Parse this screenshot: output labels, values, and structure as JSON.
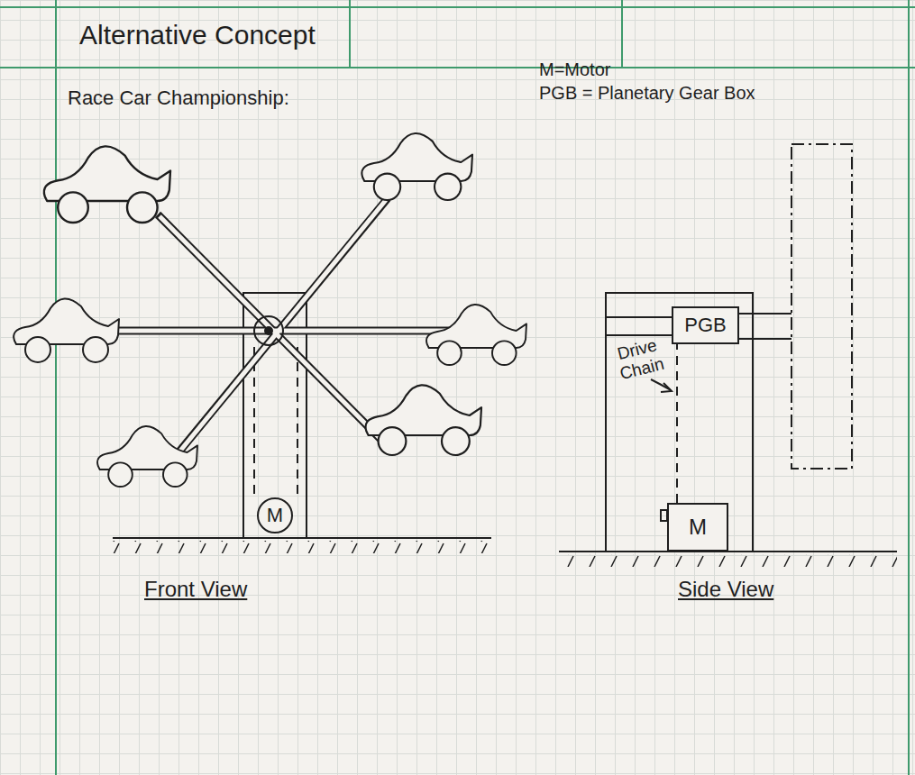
{
  "diagram": {
    "title": "Alternative Concept",
    "nodes": [
      {
        "text": [
          "M"
        ]
      },
      {
        "text": [
          "PGB"
        ]
      },
      {
        "text": [
          "M"
        ]
      }
    ],
    "edges": [
      {
        "from": 2,
        "to": 1,
        "arrow": "none"
      }
    ],
    "labels": [
      "Race Car Championship:",
      "M=Motor",
      "PGB = Planetary Gear Box",
      "Drive Chain",
      "Front View",
      "Side View"
    ]
  }
}
